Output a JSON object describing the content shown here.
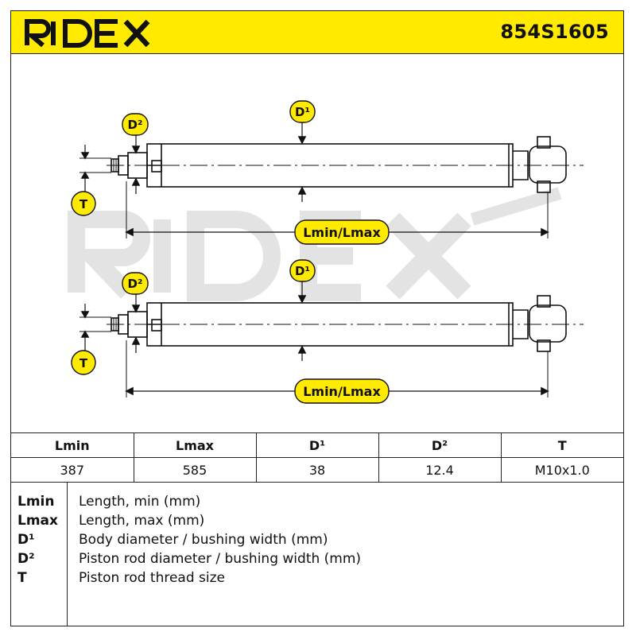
{
  "header": {
    "brand": "RIDEX",
    "part_number": "854S1605",
    "accent_color": "#ffea00"
  },
  "drawing": {
    "watermark": "RIDEX",
    "views": [
      {
        "labels": {
          "d1": "D¹",
          "d2": "D²",
          "t": "T",
          "length": "Lmin/Lmax"
        }
      },
      {
        "labels": {
          "d1": "D¹",
          "d2": "D²",
          "t": "T",
          "length": "Lmin/Lmax"
        }
      }
    ]
  },
  "specs": {
    "headers": [
      "Lmin",
      "Lmax",
      "D¹",
      "D²",
      "T"
    ],
    "values": [
      "387",
      "585",
      "38",
      "12.4",
      "M10x1.0"
    ]
  },
  "legend": [
    {
      "key": "Lmin",
      "desc": "Length, min (mm)"
    },
    {
      "key": "Lmax",
      "desc": "Length, max (mm)"
    },
    {
      "key": "D¹",
      "desc": "Body diameter / bushing width (mm)"
    },
    {
      "key": "D²",
      "desc": "Piston rod diameter / bushing width (mm)"
    },
    {
      "key": "T",
      "desc": "Piston rod thread size"
    }
  ]
}
